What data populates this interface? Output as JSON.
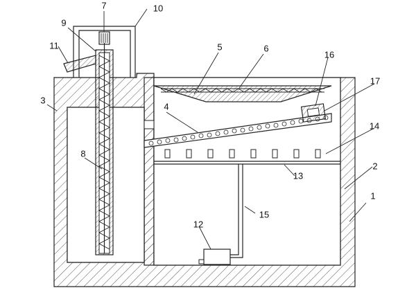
{
  "labels": {
    "l1": "1",
    "l2": "2",
    "l3": "3",
    "l4": "4",
    "l5": "5",
    "l6": "6",
    "l7": "7",
    "l8": "8",
    "l9": "9",
    "l10": "10",
    "l11": "11",
    "l12": "12",
    "l13": "13",
    "l14": "14",
    "l15": "15",
    "l16": "16",
    "l17": "17"
  },
  "colors": {
    "line": "#222222",
    "hatch": "#555555",
    "background": "#ffffff"
  }
}
